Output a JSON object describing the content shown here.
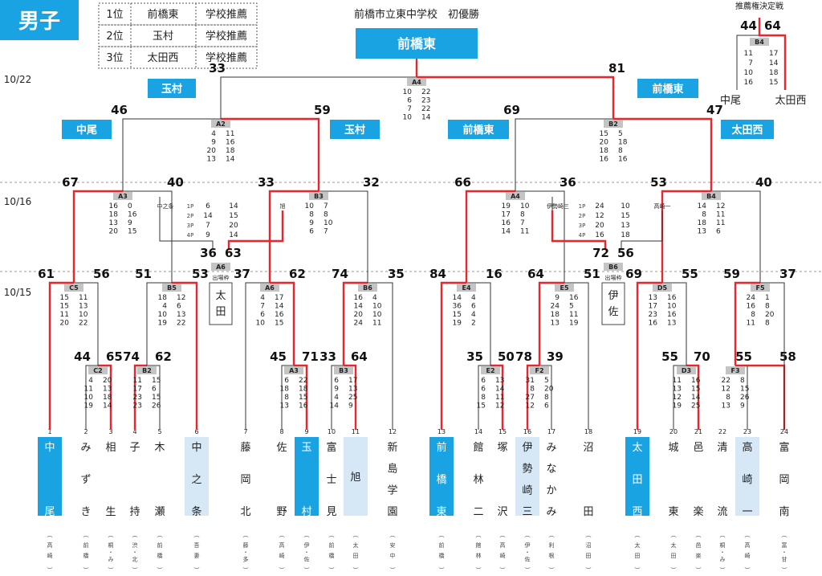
{
  "header": {
    "title": "男子",
    "champion_caption": "前橋市立東中学校　初優勝",
    "champion": "前橋東",
    "standings": [
      [
        "1位",
        "前橋東",
        "学校推薦"
      ],
      [
        "2位",
        "玉村",
        "学校推薦"
      ],
      [
        "3位",
        "太田西",
        "学校推薦"
      ]
    ],
    "recommend_title": "推薦権決定戦"
  },
  "dates": [
    "10/22",
    "10/16",
    "10/15"
  ],
  "tags": {
    "left_final": "玉村",
    "right_final": "前橋東",
    "q1": "中尾",
    "q2": "玉村",
    "q3": "前橋東",
    "q4": "太田西"
  },
  "teams": [
    {
      "no": "1",
      "name": "中尾",
      "school": "（高崎）"
    },
    {
      "no": "2",
      "name": "みずき",
      "school": "（前橋）"
    },
    {
      "no": "3",
      "name": "相生",
      "school": "（桐・み）"
    },
    {
      "no": "4",
      "name": "子持",
      "school": "（渋・北）"
    },
    {
      "no": "5",
      "name": "木瀬",
      "school": "（前橋）"
    },
    {
      "no": "6",
      "name": "中之条",
      "school": "（吾妻）"
    },
    {
      "no": "7",
      "name": "藤岡北",
      "school": "（藤・多）"
    },
    {
      "no": "8",
      "name": "佐野",
      "school": "（高崎）"
    },
    {
      "no": "9",
      "name": "玉村",
      "school": "（伊・佐）"
    },
    {
      "no": "10",
      "name": "富士見",
      "school": "（前橋）"
    },
    {
      "no": "11",
      "name": "旭",
      "school": "（太田）"
    },
    {
      "no": "12",
      "name": "新島学園",
      "school": "（安中）"
    },
    {
      "no": "13",
      "name": "前橋東",
      "school": "（前橋）"
    },
    {
      "no": "14",
      "name": "館林二",
      "school": "（館林）"
    },
    {
      "no": "15",
      "name": "塚沢",
      "school": "（高崎）"
    },
    {
      "no": "16",
      "name": "伊勢崎三",
      "school": "（伊・佐）"
    },
    {
      "no": "17",
      "name": "みなかみ",
      "school": "（利根）"
    },
    {
      "no": "18",
      "name": "沼田",
      "school": "（沼田）"
    },
    {
      "no": "19",
      "name": "太田西",
      "school": "（太田）"
    },
    {
      "no": "20",
      "name": "城東",
      "school": "（太田）"
    },
    {
      "no": "21",
      "name": "邑楽",
      "school": "（邑楽）"
    },
    {
      "no": "22",
      "name": "清流",
      "school": "（桐・み）"
    },
    {
      "no": "23",
      "name": "高崎一",
      "school": "（高崎）"
    },
    {
      "no": "24",
      "name": "富岡南",
      "school": "（富・甘）"
    }
  ],
  "matches": [
    {
      "id": "C2",
      "l": "44",
      "r": "65",
      "sets": [
        [
          "4",
          "20"
        ],
        [
          "11",
          "13"
        ],
        [
          "10",
          "18"
        ],
        [
          "19",
          "14"
        ]
      ]
    },
    {
      "id": "B2",
      "l": "74",
      "r": "62",
      "sets": [
        [
          "11",
          "15"
        ],
        [
          "17",
          "6"
        ],
        [
          "23",
          "15"
        ],
        [
          "23",
          "26"
        ]
      ]
    },
    {
      "id": "A3",
      "l": "45",
      "r": "71",
      "sets": [
        [
          "6",
          "22"
        ],
        [
          "18",
          "18"
        ],
        [
          "8",
          "15"
        ],
        [
          "13",
          "16"
        ]
      ]
    },
    {
      "id": "B3",
      "l": "33",
      "r": "64",
      "sets": [
        [
          "6",
          "17"
        ],
        [
          "9",
          "13"
        ],
        [
          "4",
          "25"
        ],
        [
          "14",
          "9"
        ]
      ]
    },
    {
      "id": "E2",
      "l": "35",
      "r": "50",
      "sets": [
        [
          "6",
          "13"
        ],
        [
          "6",
          "14"
        ],
        [
          "8",
          "11"
        ],
        [
          "15",
          "12"
        ]
      ]
    },
    {
      "id": "F2",
      "l": "78",
      "r": "39",
      "sets": [
        [
          "31",
          "5"
        ],
        [
          "8",
          "20"
        ],
        [
          "27",
          "8"
        ],
        [
          "12",
          "6"
        ]
      ]
    },
    {
      "id": "D3",
      "l": "55",
      "r": "70",
      "sets": [
        [
          "11",
          "16"
        ],
        [
          "13",
          "15"
        ],
        [
          "12",
          "14"
        ],
        [
          "19",
          "25"
        ]
      ]
    },
    {
      "id": "F3",
      "l": "55",
      "r": "58",
      "sets": [
        [
          "22",
          "8"
        ],
        [
          "12",
          "15"
        ],
        [
          "8",
          "26"
        ],
        [
          "13",
          "9"
        ]
      ]
    },
    {
      "id": "C5",
      "l": "61",
      "r": "56",
      "sets": [
        [
          "15",
          "11"
        ],
        [
          "15",
          "13"
        ],
        [
          "11",
          "10"
        ],
        [
          "20",
          "22"
        ]
      ]
    },
    {
      "id": "B5",
      "l": "51",
      "r": "53",
      "sets": [
        [
          "18",
          "12"
        ],
        [
          "4",
          "6"
        ],
        [
          "10",
          "13"
        ],
        [
          "19",
          "22"
        ]
      ]
    },
    {
      "id": "A6",
      "l": "37",
      "r": "62",
      "sets": [
        [
          "4",
          "17"
        ],
        [
          "7",
          "14"
        ],
        [
          "6",
          "16"
        ],
        [
          "10",
          "15"
        ]
      ]
    },
    {
      "id": "B6",
      "l": "74",
      "r": "35",
      "sets": [
        [
          "16",
          "4"
        ],
        [
          "14",
          "10"
        ],
        [
          "20",
          "10"
        ],
        [
          "24",
          "11"
        ]
      ]
    },
    {
      "id": "E4",
      "l": "84",
      "r": "16",
      "sets": [
        [
          "14",
          "4"
        ],
        [
          "36",
          "6"
        ],
        [
          "15",
          "4"
        ],
        [
          "19",
          "2"
        ]
      ]
    },
    {
      "id": "E5",
      "l": "64",
      "r": "51",
      "sets": [
        [
          "9",
          "16"
        ],
        [
          "24",
          "5"
        ],
        [
          "18",
          "11"
        ],
        [
          "13",
          "19"
        ]
      ]
    },
    {
      "id": "D5",
      "l": "69",
      "r": "55",
      "sets": [
        [
          "13",
          "16"
        ],
        [
          "17",
          "10"
        ],
        [
          "23",
          "16"
        ],
        [
          "16",
          "13"
        ]
      ]
    },
    {
      "id": "F5",
      "l": "59",
      "r": "37",
      "sets": [
        [
          "24",
          "1"
        ],
        [
          "16",
          "8"
        ],
        [
          "8",
          "20"
        ],
        [
          "11",
          "8"
        ]
      ]
    },
    {
      "id": "A3r",
      "label": "A3",
      "l": "67",
      "r": "40",
      "sets": [
        [
          "16",
          "0"
        ],
        [
          "18",
          "16"
        ],
        [
          "13",
          "9"
        ],
        [
          "20",
          "15"
        ]
      ]
    },
    {
      "id": "B3r",
      "label": "B3",
      "l": "33",
      "r": "32",
      "sets": [
        [
          "10",
          "7"
        ],
        [
          "8",
          "8"
        ],
        [
          "9",
          "10"
        ],
        [
          "6",
          "7"
        ]
      ]
    },
    {
      "id": "A4r",
      "label": "A4",
      "l": "66",
      "r": "36",
      "sets": [
        [
          "19",
          "10"
        ],
        [
          "17",
          "8"
        ],
        [
          "16",
          "7"
        ],
        [
          "14",
          "11"
        ]
      ]
    },
    {
      "id": "B4r",
      "label": "B4",
      "l": "53",
      "r": "40",
      "sets": [
        [
          "14",
          "12"
        ],
        [
          "8",
          "11"
        ],
        [
          "18",
          "11"
        ],
        [
          "13",
          "6"
        ]
      ]
    },
    {
      "id": "A2",
      "l": "46",
      "r": "59",
      "sets": [
        [
          "4",
          "11"
        ],
        [
          "9",
          "16"
        ],
        [
          "20",
          "18"
        ],
        [
          "13",
          "14"
        ]
      ]
    },
    {
      "id": "B2q",
      "label": "B2",
      "l": "69",
      "r": "47",
      "sets": [
        [
          "15",
          "5"
        ],
        [
          "20",
          "18"
        ],
        [
          "18",
          "8"
        ],
        [
          "16",
          "16"
        ]
      ]
    },
    {
      "id": "A4",
      "l": "33",
      "r": "81",
      "sets": [
        [
          "10",
          "22"
        ],
        [
          "6",
          "23"
        ],
        [
          "7",
          "22"
        ],
        [
          "10",
          "14"
        ]
      ]
    },
    {
      "id": "B4x",
      "label": "B4",
      "l": "44",
      "r": "64",
      "sets": [
        [
          "11",
          "17"
        ],
        [
          "7",
          "14"
        ],
        [
          "10",
          "18"
        ],
        [
          "16",
          "15"
        ]
      ]
    }
  ],
  "playoffs": [
    {
      "id": "A6p",
      "label": "A6",
      "l": "36",
      "r": "63",
      "note": "出場枠",
      "team": "太田",
      "left": "中之条",
      "right": "旭",
      "rows": [
        [
          "1P",
          "6",
          "14"
        ],
        [
          "2P",
          "14",
          "15"
        ],
        [
          "3P",
          "7",
          "20"
        ],
        [
          "4P",
          "9",
          "14"
        ]
      ]
    },
    {
      "id": "B6p",
      "label": "B6",
      "l": "72",
      "r": "56",
      "note": "出場枠",
      "team": "伊佐",
      "left": "伊勢崎三",
      "right": "高崎一",
      "rows": [
        [
          "1P",
          "24",
          "10"
        ],
        [
          "2P",
          "12",
          "15"
        ],
        [
          "3P",
          "20",
          "13"
        ],
        [
          "4P",
          "16",
          "18"
        ]
      ]
    }
  ],
  "third": {
    "left": "中尾",
    "right": "太田西"
  }
}
